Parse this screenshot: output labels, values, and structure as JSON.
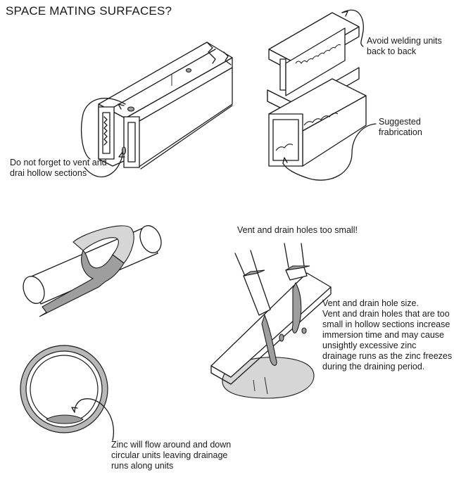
{
  "title": "SPACE MATING SURFACES?",
  "captions": {
    "vent_hollow_line1": "Do not forget to vent and",
    "vent_hollow_line2": "drai hollow sections",
    "avoid_welding_line1": "Avoid welding units",
    "avoid_welding_line2": "back to back",
    "suggested_line1": "Suggested",
    "suggested_line2": "frabrication",
    "too_small": "Vent and drain holes too small!",
    "hole_size_lines": [
      "Vent and drain hole size.",
      "Vent and drain holes that are too",
      "small in hollow sections increase",
      "immersion time and may cause",
      "unsightly excessive zinc",
      "drainage runs as the zinc freezes",
      "during the draining period."
    ],
    "zinc_flow_lines": [
      "Zinc will flow around and down",
      "circular units leaving drainage",
      "runs along units"
    ]
  }
}
